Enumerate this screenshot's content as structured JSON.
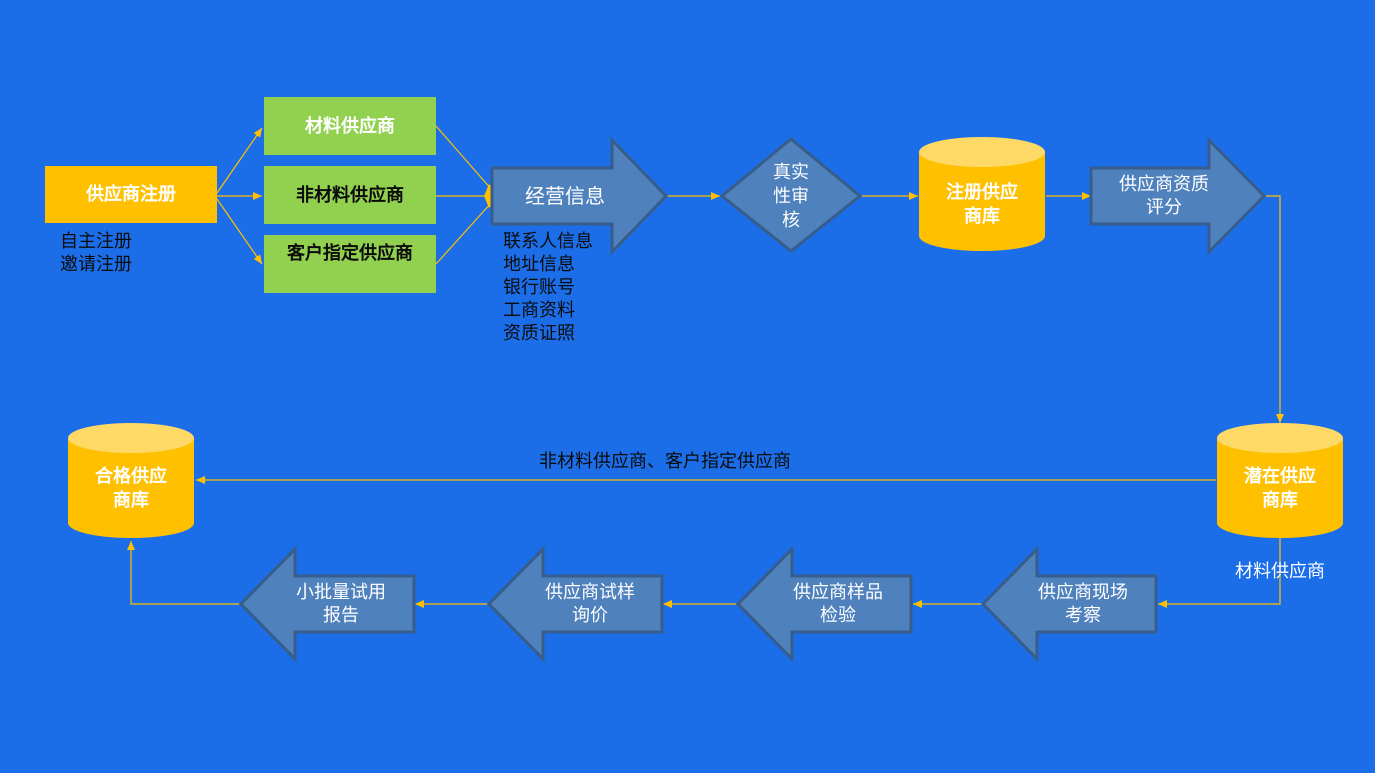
{
  "register": {
    "title": "供应商注册",
    "methods": [
      "自主注册",
      "邀请注册"
    ]
  },
  "supplier_types": [
    "材料供应商",
    "非材料供应商",
    "客户指定供应商"
  ],
  "business_info": {
    "title": "经营信息",
    "items": [
      "联系人信息",
      "地址信息",
      "银行账号",
      "工商资料",
      "资质证照"
    ]
  },
  "verify": [
    "真实",
    "性审",
    "核"
  ],
  "registered_db": [
    "注册供应",
    "商库"
  ],
  "qualification_score": [
    "供应商资质",
    "评分"
  ],
  "potential_db": [
    "潜在供应",
    "商库"
  ],
  "material_branch_label": "材料供应商",
  "nonmaterial_branch_label": "非材料供应商、客户指定供应商",
  "qualified_db": [
    "合格供应",
    "商库"
  ],
  "steps": {
    "site_inspection": [
      "供应商现场",
      "考察"
    ],
    "sample_test": [
      "供应商样品",
      "检验"
    ],
    "trial_quote": [
      "供应商试样",
      "询价"
    ],
    "small_batch": [
      "小批量试用",
      "报告"
    ]
  },
  "colors": {
    "background": "#1b6ee8",
    "orange": "#ffc000",
    "green": "#92d050",
    "shape_blue": "#4f81bd",
    "shape_border": "#385d8a",
    "connector": "#ffc000"
  }
}
